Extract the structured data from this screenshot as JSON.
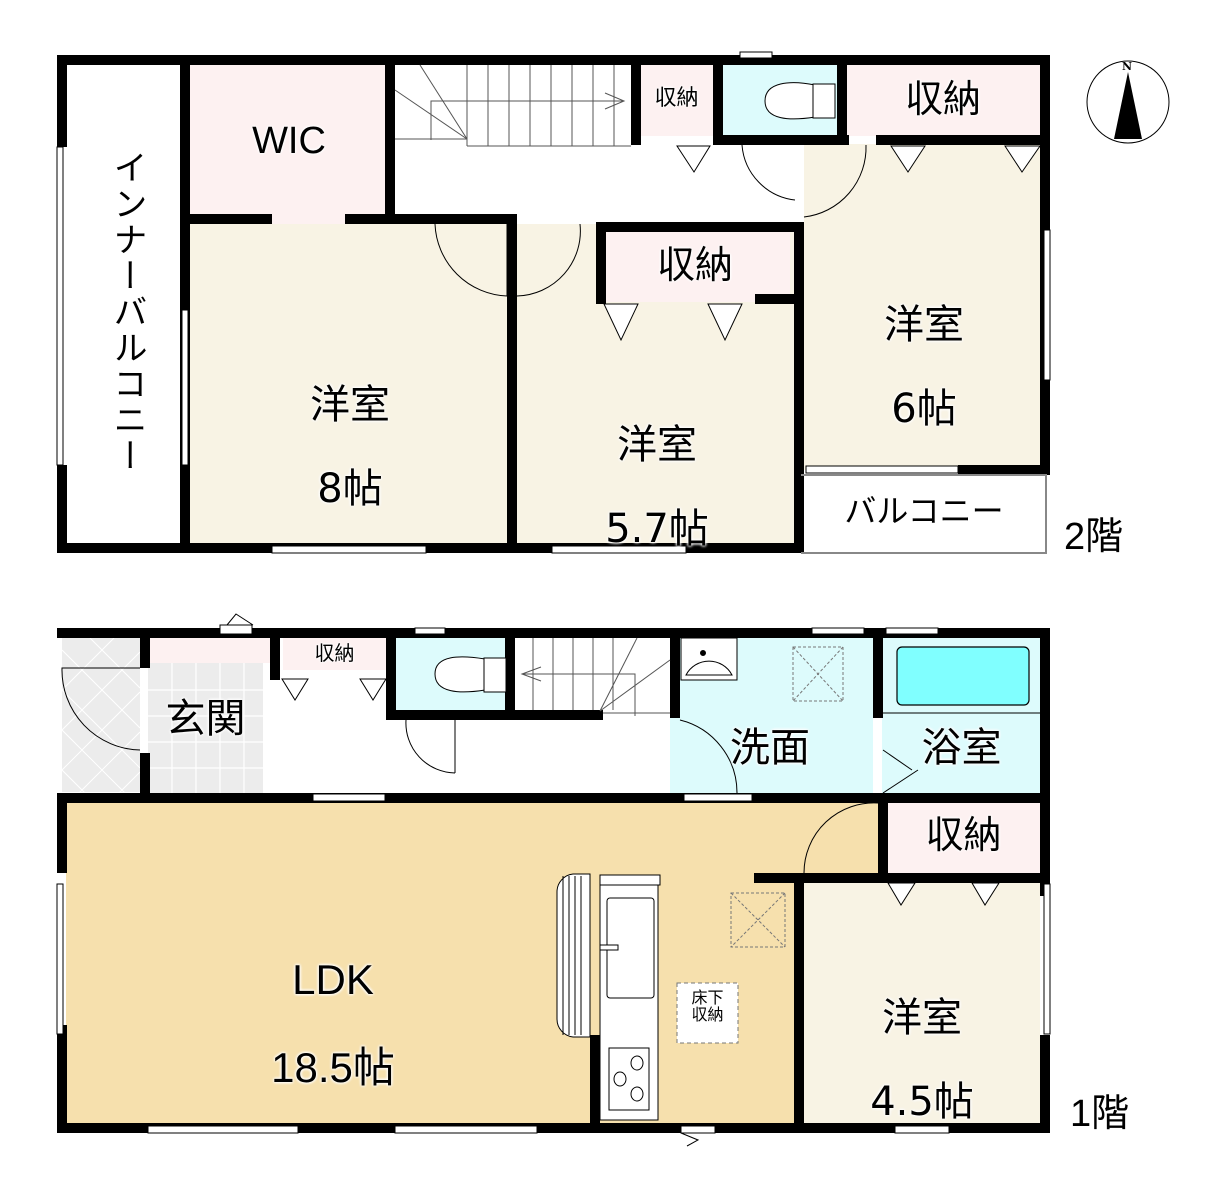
{
  "compass": {
    "label": "N"
  },
  "floor2": {
    "floor_label": "2階",
    "rooms": {
      "inner_balcony": {
        "name": "インナーバルコニー"
      },
      "wic": {
        "name": "WIC"
      },
      "storage_small": {
        "name": "収納"
      },
      "storage_top_right": {
        "name": "収納"
      },
      "storage_mid": {
        "name": "収納"
      },
      "western_8": {
        "name": "洋室",
        "size": "8帖"
      },
      "western_57": {
        "name": "洋室",
        "size": "5.7帖"
      },
      "western_6": {
        "name": "洋室",
        "size": "6帖"
      },
      "balcony": {
        "name": "バルコニー"
      }
    }
  },
  "floor1": {
    "floor_label": "1階",
    "rooms": {
      "entrance": {
        "name": "玄関"
      },
      "storage_hall": {
        "name": "収納"
      },
      "washroom": {
        "name": "洗面"
      },
      "bathroom": {
        "name": "浴室"
      },
      "storage_right": {
        "name": "収納"
      },
      "ldk": {
        "name": "LDK",
        "size": "18.5帖"
      },
      "underfloor_storage": {
        "name": "床下\n収納"
      },
      "western_45": {
        "name": "洋室",
        "size": "4.5帖"
      }
    }
  },
  "colors": {
    "wall": "#000000",
    "western_room": "#f8f3e4",
    "storage": "#fdf1f1",
    "water_area": "#ddfbfc",
    "bathtub": "#80ffff",
    "ldk": "#f6e0ad",
    "entrance_tile": "#ececec"
  }
}
